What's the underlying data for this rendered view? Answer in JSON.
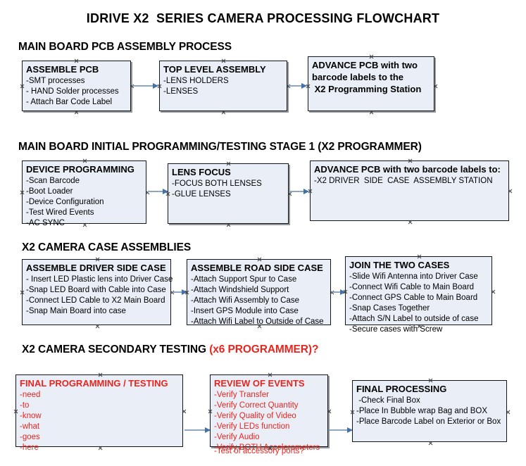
{
  "document": {
    "title": "IDRIVE X2  SERIES CAMERA PROCESSING FLOWCHART"
  },
  "colors": {
    "box_fill": "#e9eef7",
    "box_border": "#11151c",
    "box_shadow": "#939598",
    "connector_line": "#8da6c4",
    "connector_arrow": "#4472a8",
    "accent_red": "#e8251f",
    "text": "#000000"
  },
  "sections": [
    {
      "heading": "MAIN BOARD PCB ASSEMBLY PROCESS",
      "heading_accent": "",
      "nodes": [
        {
          "title": "ASSEMBLE PCB",
          "lines": [
            "-SMT processes",
            "- HAND Solder processes",
            "- Attach Bar Code Label"
          ]
        },
        {
          "title": "TOP LEVEL ASSEMBLY",
          "lines": [
            "-LENS HOLDERS",
            "-LENSES"
          ]
        },
        {
          "title": "ADVANCE PCB with two",
          "lines": [
            "barcode labels to the",
            " X2 Programming Station"
          ]
        }
      ]
    },
    {
      "heading": "MAIN BOARD INITIAL PROGRAMMING/TESTING STAGE 1 (X2 PROGRAMMER)",
      "heading_accent": "",
      "nodes": [
        {
          "title": "DEVICE PROGRAMMING",
          "lines": [
            "-Scan Barcode",
            "-Boot Loader",
            "-Device Configuration",
            "-Test Wired Events",
            "-AC SYNC"
          ]
        },
        {
          "title": "LENS FOCUS",
          "lines": [
            "-FOCUS BOTH LENSES",
            "-GLUE LENSES"
          ]
        },
        {
          "title": "ADVANCE PCB with two barcode labels to:",
          "lines": [
            "-X2 DRIVER  SIDE  CASE  ASSEMBLY STATION"
          ]
        }
      ]
    },
    {
      "heading": "X2 CAMERA CASE ASSEMBLIES",
      "heading_accent": "",
      "nodes": [
        {
          "title": "ASSEMBLE DRIVER SIDE CASE",
          "lines": [
            "- Insert LED Plastic lens into Driver Case",
            "-Snap LED Board with Cable into Case",
            "-Connect LED Cable to X2 Main Board",
            "-Snap Main Board into case"
          ]
        },
        {
          "title": "ASSEMBLE ROAD SIDE CASE",
          "lines": [
            "-Attach Support Spur to Case",
            "-Attach Windshield Support",
            "-Attach Wifi Assembly to Case",
            "-Insert GPS Module into Case",
            "-Attach Wifi Label to Outside of Case"
          ]
        },
        {
          "title": "JOIN THE TWO CASES",
          "lines": [
            "-Slide Wifi Antenna into Driver Case",
            "-Connect Wifi Cable to Main Board",
            "-Connect GPS Cable to Main Board",
            "-Snap Cases Together",
            "-Attach S/N Label to outside of case",
            "-Secure cases with Screw"
          ]
        }
      ]
    },
    {
      "heading": "X2 CAMERA SECONDARY TESTING ",
      "heading_accent": "(x6 PROGRAMMER)?",
      "nodes": [
        {
          "title": "FINAL PROGRAMMING / TESTING",
          "lines": [
            "-need",
            "-to",
            "-know",
            "-what",
            "-goes",
            "-here"
          ]
        },
        {
          "title": "REVIEW OF EVENTS",
          "lines": [
            "-Verify Transfer",
            "-Verify Correct Quantity",
            "-Verify Quality of Video",
            "-Verify LEDs function",
            "-Verify Audio",
            "-Verify BOTH Accelerometers"
          ],
          "overflow_line": "-Test of accessory ports?"
        },
        {
          "title": "FINAL PROCESSING",
          "lines": [
            " -Check Final Box",
            "-Place In Bubble wrap Bag and BOX",
            "-Place Barcode Label on Exterior or Box"
          ]
        }
      ]
    }
  ]
}
